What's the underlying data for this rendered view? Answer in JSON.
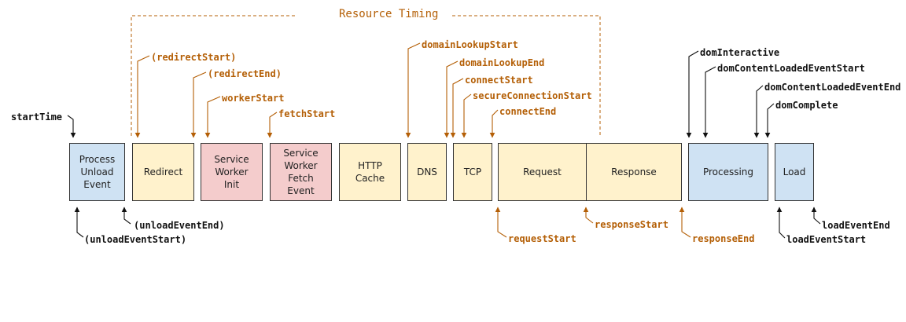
{
  "title": "Resource Timing",
  "colors": {
    "navigation": "#111111",
    "resource": "#b45f06",
    "blue": "#cfe2f3",
    "yellow": "#fff2cc",
    "red": "#f4cccc"
  },
  "phases": [
    {
      "id": "unload",
      "text": "Process\nUnload\nEvent",
      "color": "blue"
    },
    {
      "id": "redirect",
      "text": "Redirect",
      "color": "yellow"
    },
    {
      "id": "sw-init",
      "text": "Service\nWorker\nInit",
      "color": "red"
    },
    {
      "id": "sw-fetch",
      "text": "Service\nWorker\nFetch\nEvent",
      "color": "red"
    },
    {
      "id": "http-cache",
      "text": "HTTP\nCache",
      "color": "yellow"
    },
    {
      "id": "dns",
      "text": "DNS",
      "color": "yellow"
    },
    {
      "id": "tcp",
      "text": "TCP",
      "color": "yellow"
    },
    {
      "id": "request",
      "text": "Request",
      "color": "yellow"
    },
    {
      "id": "response",
      "text": "Response",
      "color": "yellow"
    },
    {
      "id": "processing",
      "text": "Processing",
      "color": "blue"
    },
    {
      "id": "load",
      "text": "Load",
      "color": "blue"
    }
  ],
  "labels": {
    "startTime": "startTime",
    "unloadEventStart": "(unloadEventStart)",
    "unloadEventEnd": "(unloadEventEnd)",
    "redirectStart": "(redirectStart)",
    "redirectEnd": "(redirectEnd)",
    "workerStart": "workerStart",
    "fetchStart": "fetchStart",
    "domainLookupStart": "domainLookupStart",
    "domainLookupEnd": "domainLookupEnd",
    "connectStart": "connectStart",
    "secureConnectionStart": "secureConnectionStart",
    "connectEnd": "connectEnd",
    "requestStart": "requestStart",
    "responseStart": "responseStart",
    "responseEnd": "responseEnd",
    "domInteractive": "domInteractive",
    "domContentLoadedEventStart": "domContentLoadedEventStart",
    "domContentLoadedEventEnd": "domContentLoadedEventEnd",
    "domComplete": "domComplete",
    "loadEventStart": "loadEventStart",
    "loadEventEnd": "loadEventEnd"
  }
}
